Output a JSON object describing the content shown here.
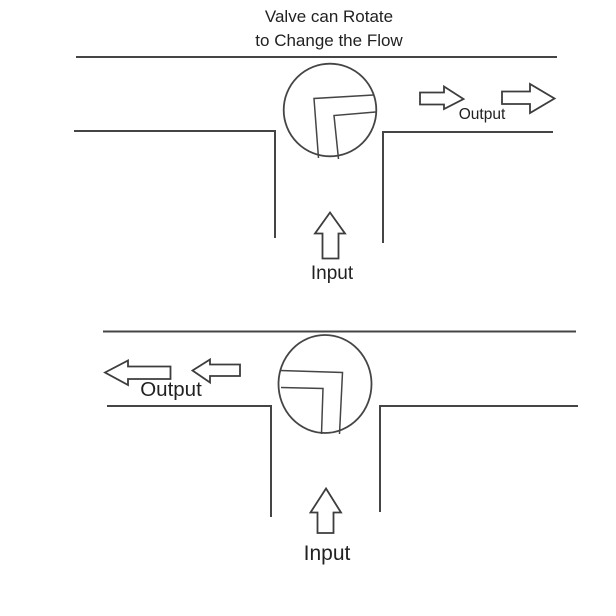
{
  "title": {
    "line1": "Valve can Rotate",
    "line2": "to Change the Flow"
  },
  "top_diagram": {
    "output_label": "Output",
    "input_label": "Input",
    "output_arrow_icons": [
      "arrow-right-icon",
      "arrow-right-icon"
    ],
    "input_arrow_icon": "arrow-up-icon",
    "valve_icon": "valve-elbow-bottom-to-right"
  },
  "bottom_diagram": {
    "output_label": "Output",
    "input_label": "Input",
    "output_arrow_icons": [
      "arrow-left-icon",
      "arrow-left-icon"
    ],
    "input_arrow_icon": "arrow-up-icon",
    "valve_icon": "valve-elbow-bottom-to-left"
  },
  "colors": {
    "line": "#454545",
    "arrow_outline": "#3d3d3d",
    "text": "#212121",
    "background": "#ffffff"
  }
}
